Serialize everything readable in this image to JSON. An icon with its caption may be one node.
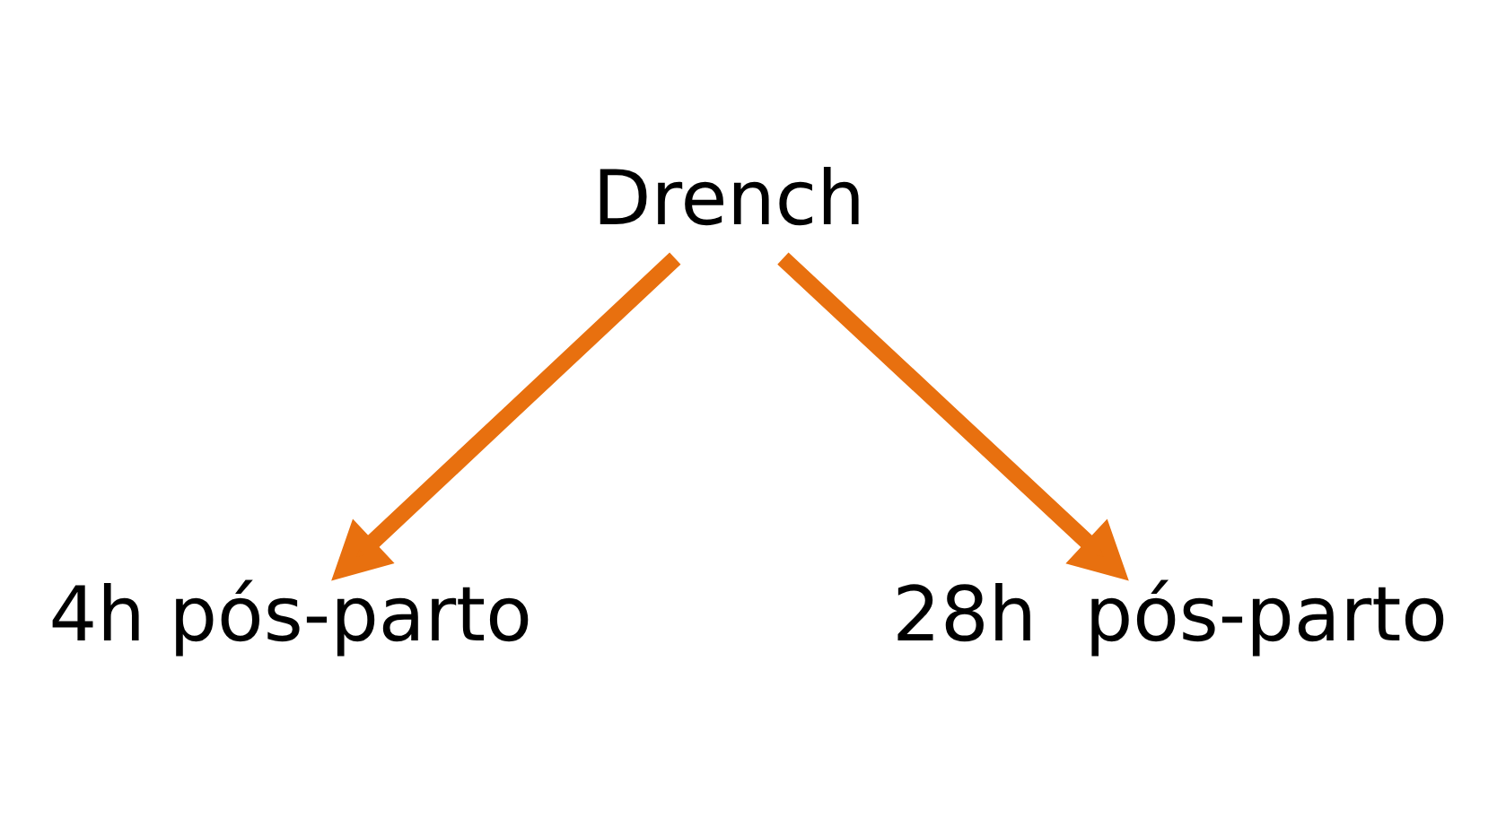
{
  "diagram": {
    "nodes": [
      {
        "text": [
          "Drench"
        ]
      },
      {
        "text": [
          "4h pós-parto"
        ]
      },
      {
        "text": [
          "28h  pós-parto"
        ]
      }
    ],
    "edges": [
      {
        "from": 0,
        "to": 1,
        "arrow": "to"
      },
      {
        "from": 0,
        "to": 2,
        "arrow": "to"
      }
    ]
  }
}
